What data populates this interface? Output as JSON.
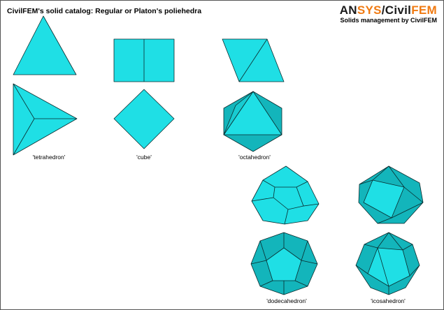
{
  "title": "CivilFEM's solid catalog: Regular or Platon's poliehedra",
  "logo": {
    "part1": "AN",
    "part2": "SYS",
    "slash": "/",
    "part3": "Civil",
    "part4": "FEM",
    "subtitle": "Solids management by CivilFEM",
    "colors": {
      "dark": "#1a1a1a",
      "orange": "#f07a12"
    }
  },
  "labels": {
    "tetrahedron": "'tetrahedron'",
    "cube": "'cube'",
    "octahedron": "'octahedron'",
    "dodecahedron": "'dodecahedron'",
    "icosahedron": "'icosahedron'"
  },
  "colors": {
    "face": "#1fdfe5",
    "face_dark": "#13b5bb",
    "edge": "#0a2a2c"
  }
}
